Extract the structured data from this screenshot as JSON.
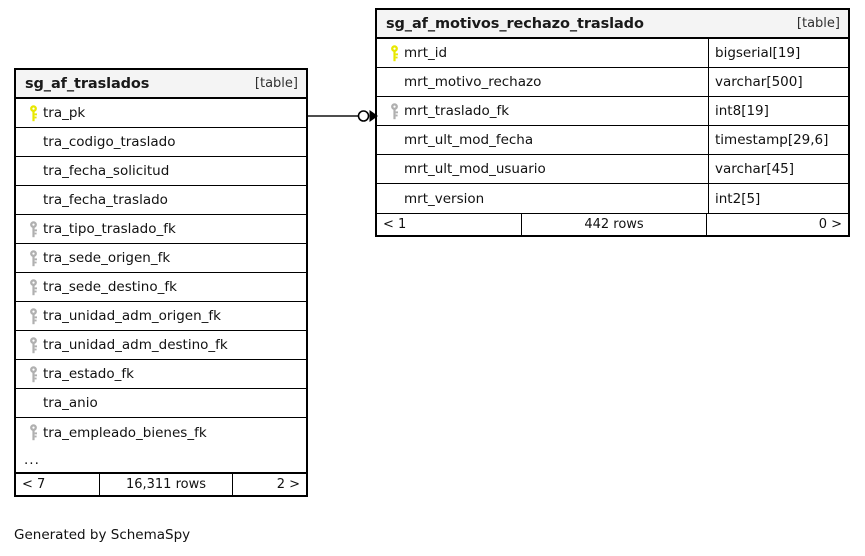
{
  "diagram": {
    "caption": "Generated by SchemaSpy",
    "key_colors": {
      "primary_key": "#e8e800",
      "foreign_key": "#b0b0b0"
    },
    "relationship": {
      "name": "tra_pk-to-mrt_traslado_fk",
      "from_table": "sg_af_traslados",
      "from_column": "tra_pk",
      "to_table": "sg_af_motivos_rechazo_traslado",
      "to_column": "mrt_traslado_fk",
      "start_marker": "zero-circle",
      "end_marker": "arrow"
    }
  },
  "tables": [
    {
      "id": "sg_af_traslados",
      "title": "sg_af_traslados",
      "kind": "[table]",
      "show_types": false,
      "truncated": true,
      "ellipsis": "...",
      "columns": [
        {
          "name": "tra_pk",
          "key": "primary",
          "type": ""
        },
        {
          "name": "tra_codigo_traslado",
          "key": "none",
          "type": ""
        },
        {
          "name": "tra_fecha_solicitud",
          "key": "none",
          "type": ""
        },
        {
          "name": "tra_fecha_traslado",
          "key": "none",
          "type": ""
        },
        {
          "name": "tra_tipo_traslado_fk",
          "key": "foreign",
          "type": ""
        },
        {
          "name": "tra_sede_origen_fk",
          "key": "foreign",
          "type": ""
        },
        {
          "name": "tra_sede_destino_fk",
          "key": "foreign",
          "type": ""
        },
        {
          "name": "tra_unidad_adm_origen_fk",
          "key": "foreign",
          "type": ""
        },
        {
          "name": "tra_unidad_adm_destino_fk",
          "key": "foreign",
          "type": ""
        },
        {
          "name": "tra_estado_fk",
          "key": "foreign",
          "type": ""
        },
        {
          "name": "tra_anio",
          "key": "none",
          "type": ""
        },
        {
          "name": "tra_empleado_bienes_fk",
          "key": "foreign",
          "type": ""
        }
      ],
      "footer": {
        "prev": "< 7",
        "rows": "16,311 rows",
        "next": "2 >"
      }
    },
    {
      "id": "sg_af_motivos_rechazo_traslado",
      "title": "sg_af_motivos_rechazo_traslado",
      "kind": "[table]",
      "show_types": true,
      "truncated": false,
      "ellipsis": "",
      "columns": [
        {
          "name": "mrt_id",
          "key": "primary",
          "type": "bigserial[19]"
        },
        {
          "name": "mrt_motivo_rechazo",
          "key": "none",
          "type": "varchar[500]"
        },
        {
          "name": "mrt_traslado_fk",
          "key": "foreign",
          "type": "int8[19]"
        },
        {
          "name": "mrt_ult_mod_fecha",
          "key": "none",
          "type": "timestamp[29,6]"
        },
        {
          "name": "mrt_ult_mod_usuario",
          "key": "none",
          "type": "varchar[45]"
        },
        {
          "name": "mrt_version",
          "key": "none",
          "type": "int2[5]"
        }
      ],
      "footer": {
        "prev": "< 1",
        "rows": "442 rows",
        "next": "0 >"
      }
    }
  ]
}
